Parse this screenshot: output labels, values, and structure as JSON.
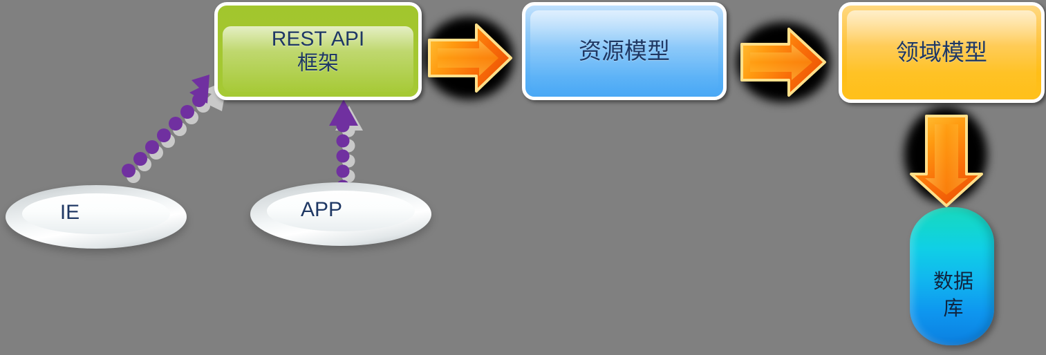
{
  "diagram": {
    "title": "REST API layered architecture flow",
    "background_color": "#808080",
    "text_color": "#1F3864"
  },
  "nodes": {
    "rest_api_box": {
      "label": "REST API\n框架",
      "shape": "rounded-rectangle",
      "color": "#A3C62E"
    },
    "resource_model_box": {
      "label": "资源模型",
      "shape": "rounded-rectangle",
      "color": "#6EBDF8"
    },
    "domain_model_box": {
      "label": "领域模型",
      "shape": "rounded-rectangle",
      "color": "#FFC41F"
    },
    "ie_ellipse": {
      "label": "IE",
      "shape": "ellipse",
      "color": "#E4E9EB"
    },
    "app_ellipse": {
      "label": "APP",
      "shape": "ellipse",
      "color": "#E4E9EB"
    },
    "database_cylinder": {
      "label": "数据\n库",
      "shape": "cylinder",
      "color": "#11B7EF"
    }
  },
  "connectors": {
    "arrow_rest_to_resource": {
      "kind": "block-arrow",
      "direction": "right",
      "color": "#FF8A00"
    },
    "arrow_resource_to_domain": {
      "kind": "block-arrow",
      "direction": "right",
      "color": "#FF8A00"
    },
    "arrow_domain_to_database": {
      "kind": "block-arrow",
      "direction": "down",
      "color": "#FF8A00"
    },
    "arrow_ie_to_rest": {
      "kind": "dotted-arrow",
      "direction": "up-right",
      "color": "#7030A0",
      "dot_count": 9
    },
    "arrow_app_to_rest": {
      "kind": "dotted-arrow",
      "direction": "up",
      "color": "#7030A0",
      "dot_count": 6
    }
  }
}
